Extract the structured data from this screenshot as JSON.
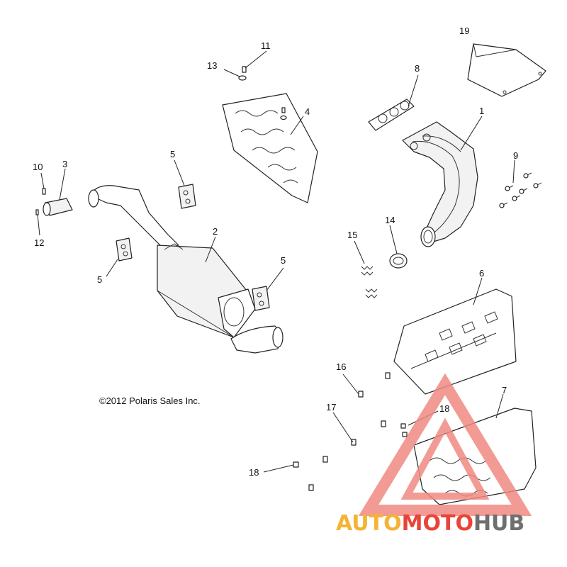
{
  "callouts": {
    "c1": "1",
    "c2": "2",
    "c3": "3",
    "c4": "4",
    "c5a": "5",
    "c5b": "5",
    "c5c": "5",
    "c6": "6",
    "c7": "7",
    "c8": "8",
    "c9": "9",
    "c10": "10",
    "c11": "11",
    "c12": "12",
    "c13": "13",
    "c14": "14",
    "c15": "15",
    "c16": "16",
    "c17": "17",
    "c18a": "18",
    "c18b": "18",
    "c19": "19"
  },
  "copyright": "©2012 Polaris Sales Inc.",
  "watermark": {
    "part1": "AUTO",
    "part2": "MOTO",
    "part3": "HUB",
    "color_orange": "#f5b335",
    "color_red": "#e8443a",
    "color_grey": "#6f6f6f"
  }
}
